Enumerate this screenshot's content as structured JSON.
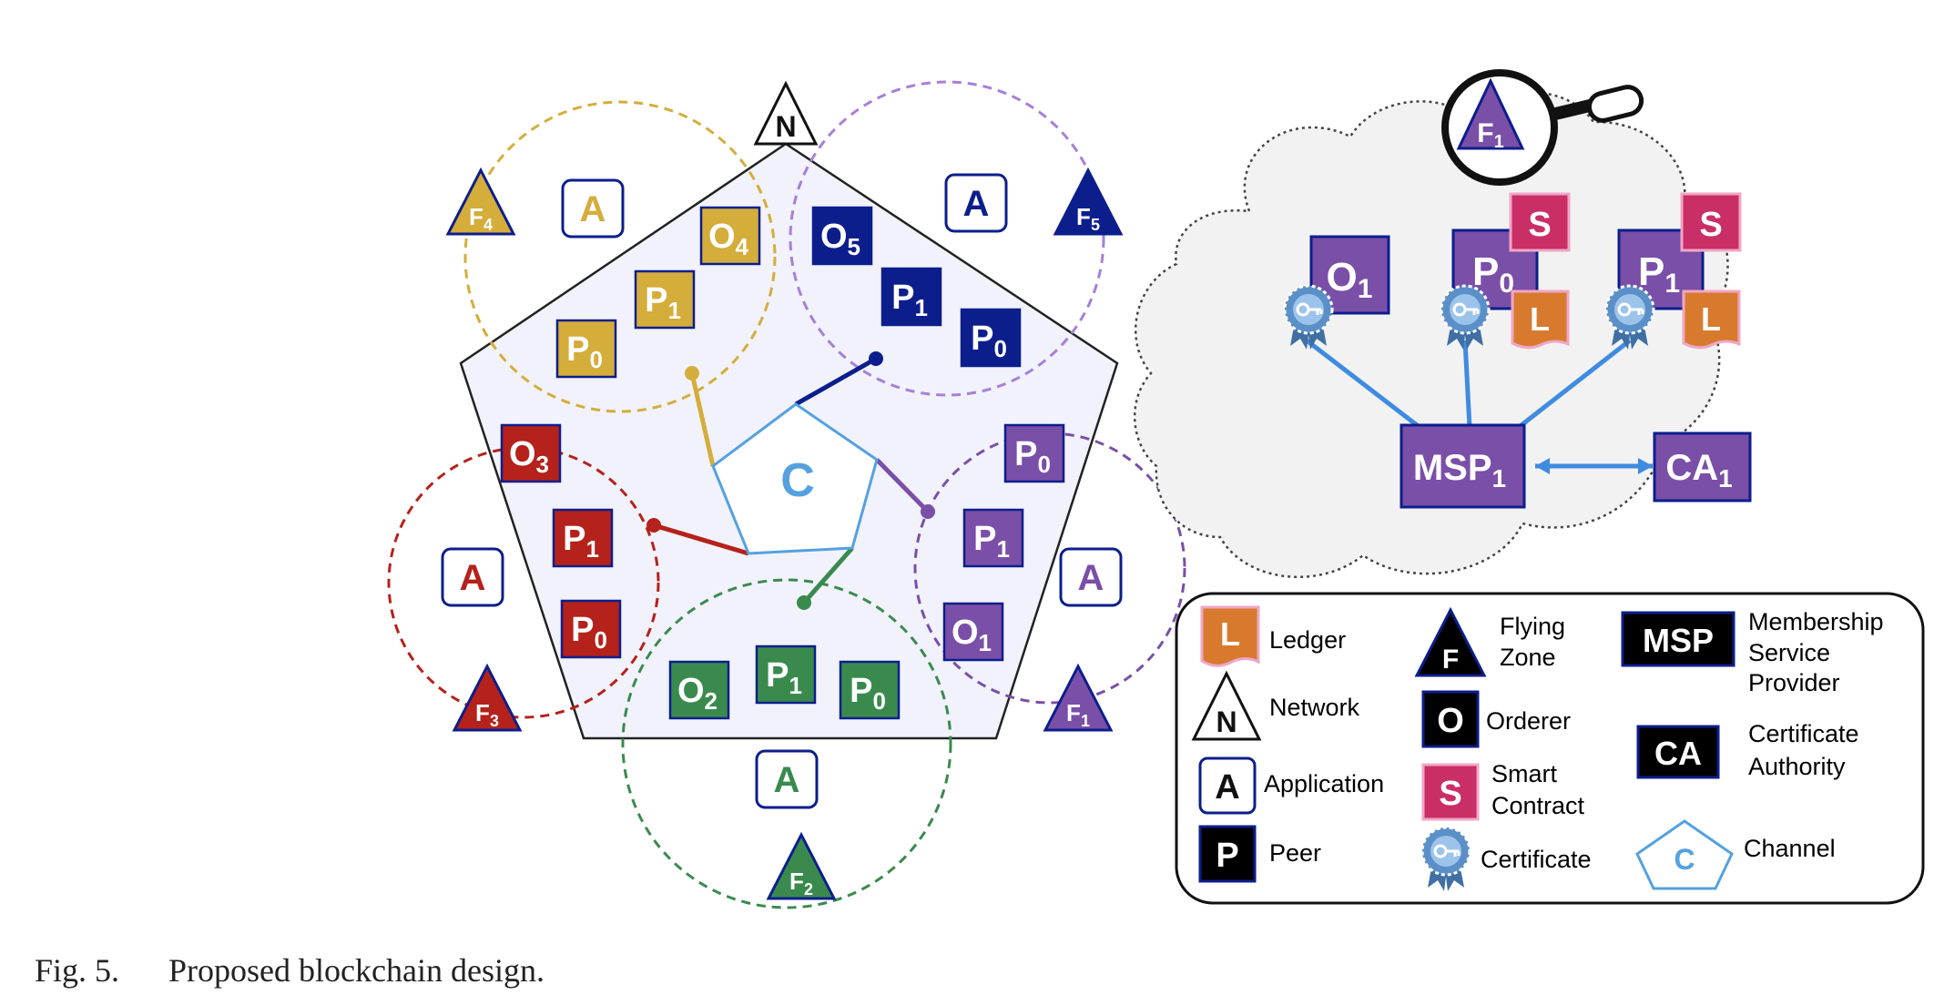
{
  "caption": {
    "label": "Fig. 5.",
    "text": "Proposed blockchain design."
  },
  "colors": {
    "yellow": "#d4ad3b",
    "navy": "#0c1e8c",
    "red": "#b5211b",
    "purple": "#7a4fa8",
    "green": "#3a8a4e",
    "channel": "#55a1e0",
    "smart_contract": "#c92f66",
    "ledger": "#d87a2e",
    "pentagon_fill": "#f1f2fb"
  },
  "network": {
    "network_node": "N",
    "channel_label": "C",
    "orgs": [
      {
        "color": "yellow",
        "app": "A",
        "zone": "F",
        "zone_sub": "4",
        "nodes": [
          [
            "O",
            "4"
          ],
          [
            "P",
            "1"
          ],
          [
            "P",
            "0"
          ]
        ]
      },
      {
        "color": "navy",
        "app": "A",
        "zone": "F",
        "zone_sub": "5",
        "nodes": [
          [
            "O",
            "5"
          ],
          [
            "P",
            "1"
          ],
          [
            "P",
            "0"
          ]
        ]
      },
      {
        "color": "red",
        "app": "A",
        "zone": "F",
        "zone_sub": "3",
        "nodes": [
          [
            "O",
            "3"
          ],
          [
            "P",
            "1"
          ],
          [
            "P",
            "0"
          ]
        ]
      },
      {
        "color": "purple",
        "app": "A",
        "zone": "F",
        "zone_sub": "1",
        "nodes": [
          [
            "P",
            "0"
          ],
          [
            "P",
            "1"
          ],
          [
            "O",
            "1"
          ]
        ]
      },
      {
        "color": "green",
        "app": "A",
        "zone": "F",
        "zone_sub": "2",
        "nodes": [
          [
            "O",
            "2"
          ],
          [
            "P",
            "1"
          ],
          [
            "P",
            "0"
          ]
        ]
      }
    ]
  },
  "zoom": {
    "zone": {
      "main": "F",
      "sub": "1"
    },
    "orderer": {
      "main": "O",
      "sub": "1"
    },
    "peers": [
      {
        "main": "P",
        "sub": "0"
      },
      {
        "main": "P",
        "sub": "1"
      }
    ],
    "smart_contract": "S",
    "ledger": "L",
    "msp": {
      "main": "MSP",
      "sub": "1"
    },
    "ca": {
      "main": "CA",
      "sub": "1"
    }
  },
  "legend": {
    "ledger": {
      "icon": "L",
      "label": "Ledger"
    },
    "network": {
      "icon": "N",
      "label": "Network"
    },
    "application": {
      "icon": "A",
      "label": "Application"
    },
    "peer": {
      "icon": "P",
      "label": "Peer"
    },
    "flying_zone": {
      "icon": "F",
      "line1": "Flying",
      "line2": "Zone"
    },
    "orderer": {
      "icon": "O",
      "label": "Orderer"
    },
    "smart_contract": {
      "icon": "S",
      "line1": "Smart",
      "line2": "Contract"
    },
    "certificate": {
      "label": "Certificate"
    },
    "msp": {
      "icon": "MSP",
      "line1": "Membership",
      "line2": "Service",
      "line3": "Provider"
    },
    "ca": {
      "icon": "CA",
      "line1": "Certificate",
      "line2": "Authority"
    },
    "channel": {
      "icon": "C",
      "label": "Channel"
    }
  }
}
